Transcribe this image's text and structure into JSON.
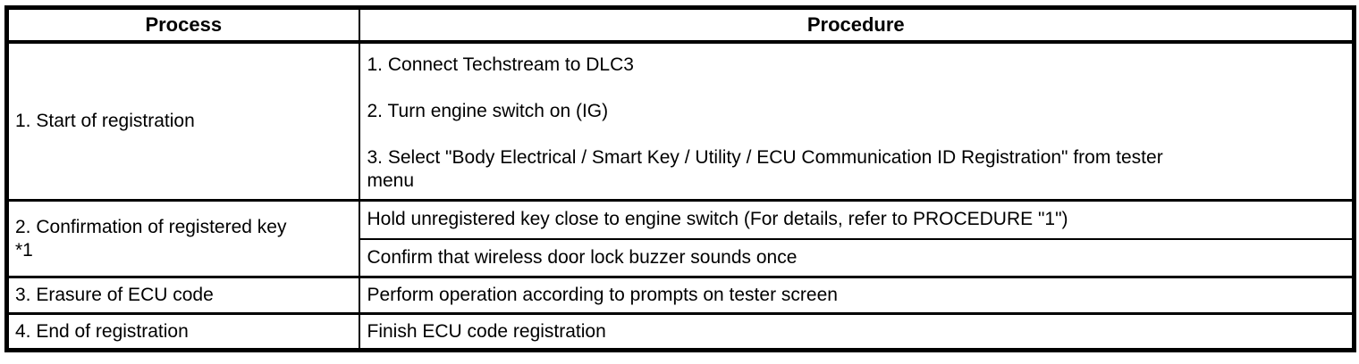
{
  "colors": {
    "border": "#000000",
    "background": "#ffffff",
    "text": "#000000"
  },
  "table": {
    "columns": [
      {
        "label": "Process"
      },
      {
        "label": "Procedure"
      }
    ],
    "rows": [
      {
        "process": "1. Start of registration",
        "procedure_steps": [
          "1. Connect Techstream to DLC3",
          "2. Turn engine switch on (IG)",
          "3. Select \"Body Electrical / Smart Key / Utility / ECU Communication ID Registration\" from tester\nmenu"
        ]
      },
      {
        "process": "2. Confirmation of registered key\n*1",
        "procedures": [
          "Hold unregistered key close to engine switch (For details, refer to PROCEDURE \"1\")",
          "Confirm that wireless door lock buzzer sounds once"
        ]
      },
      {
        "process": "3. Erasure of ECU code",
        "procedure": "Perform operation according to prompts on tester screen"
      },
      {
        "process": "4. End of registration",
        "procedure": "Finish ECU code registration"
      }
    ]
  }
}
